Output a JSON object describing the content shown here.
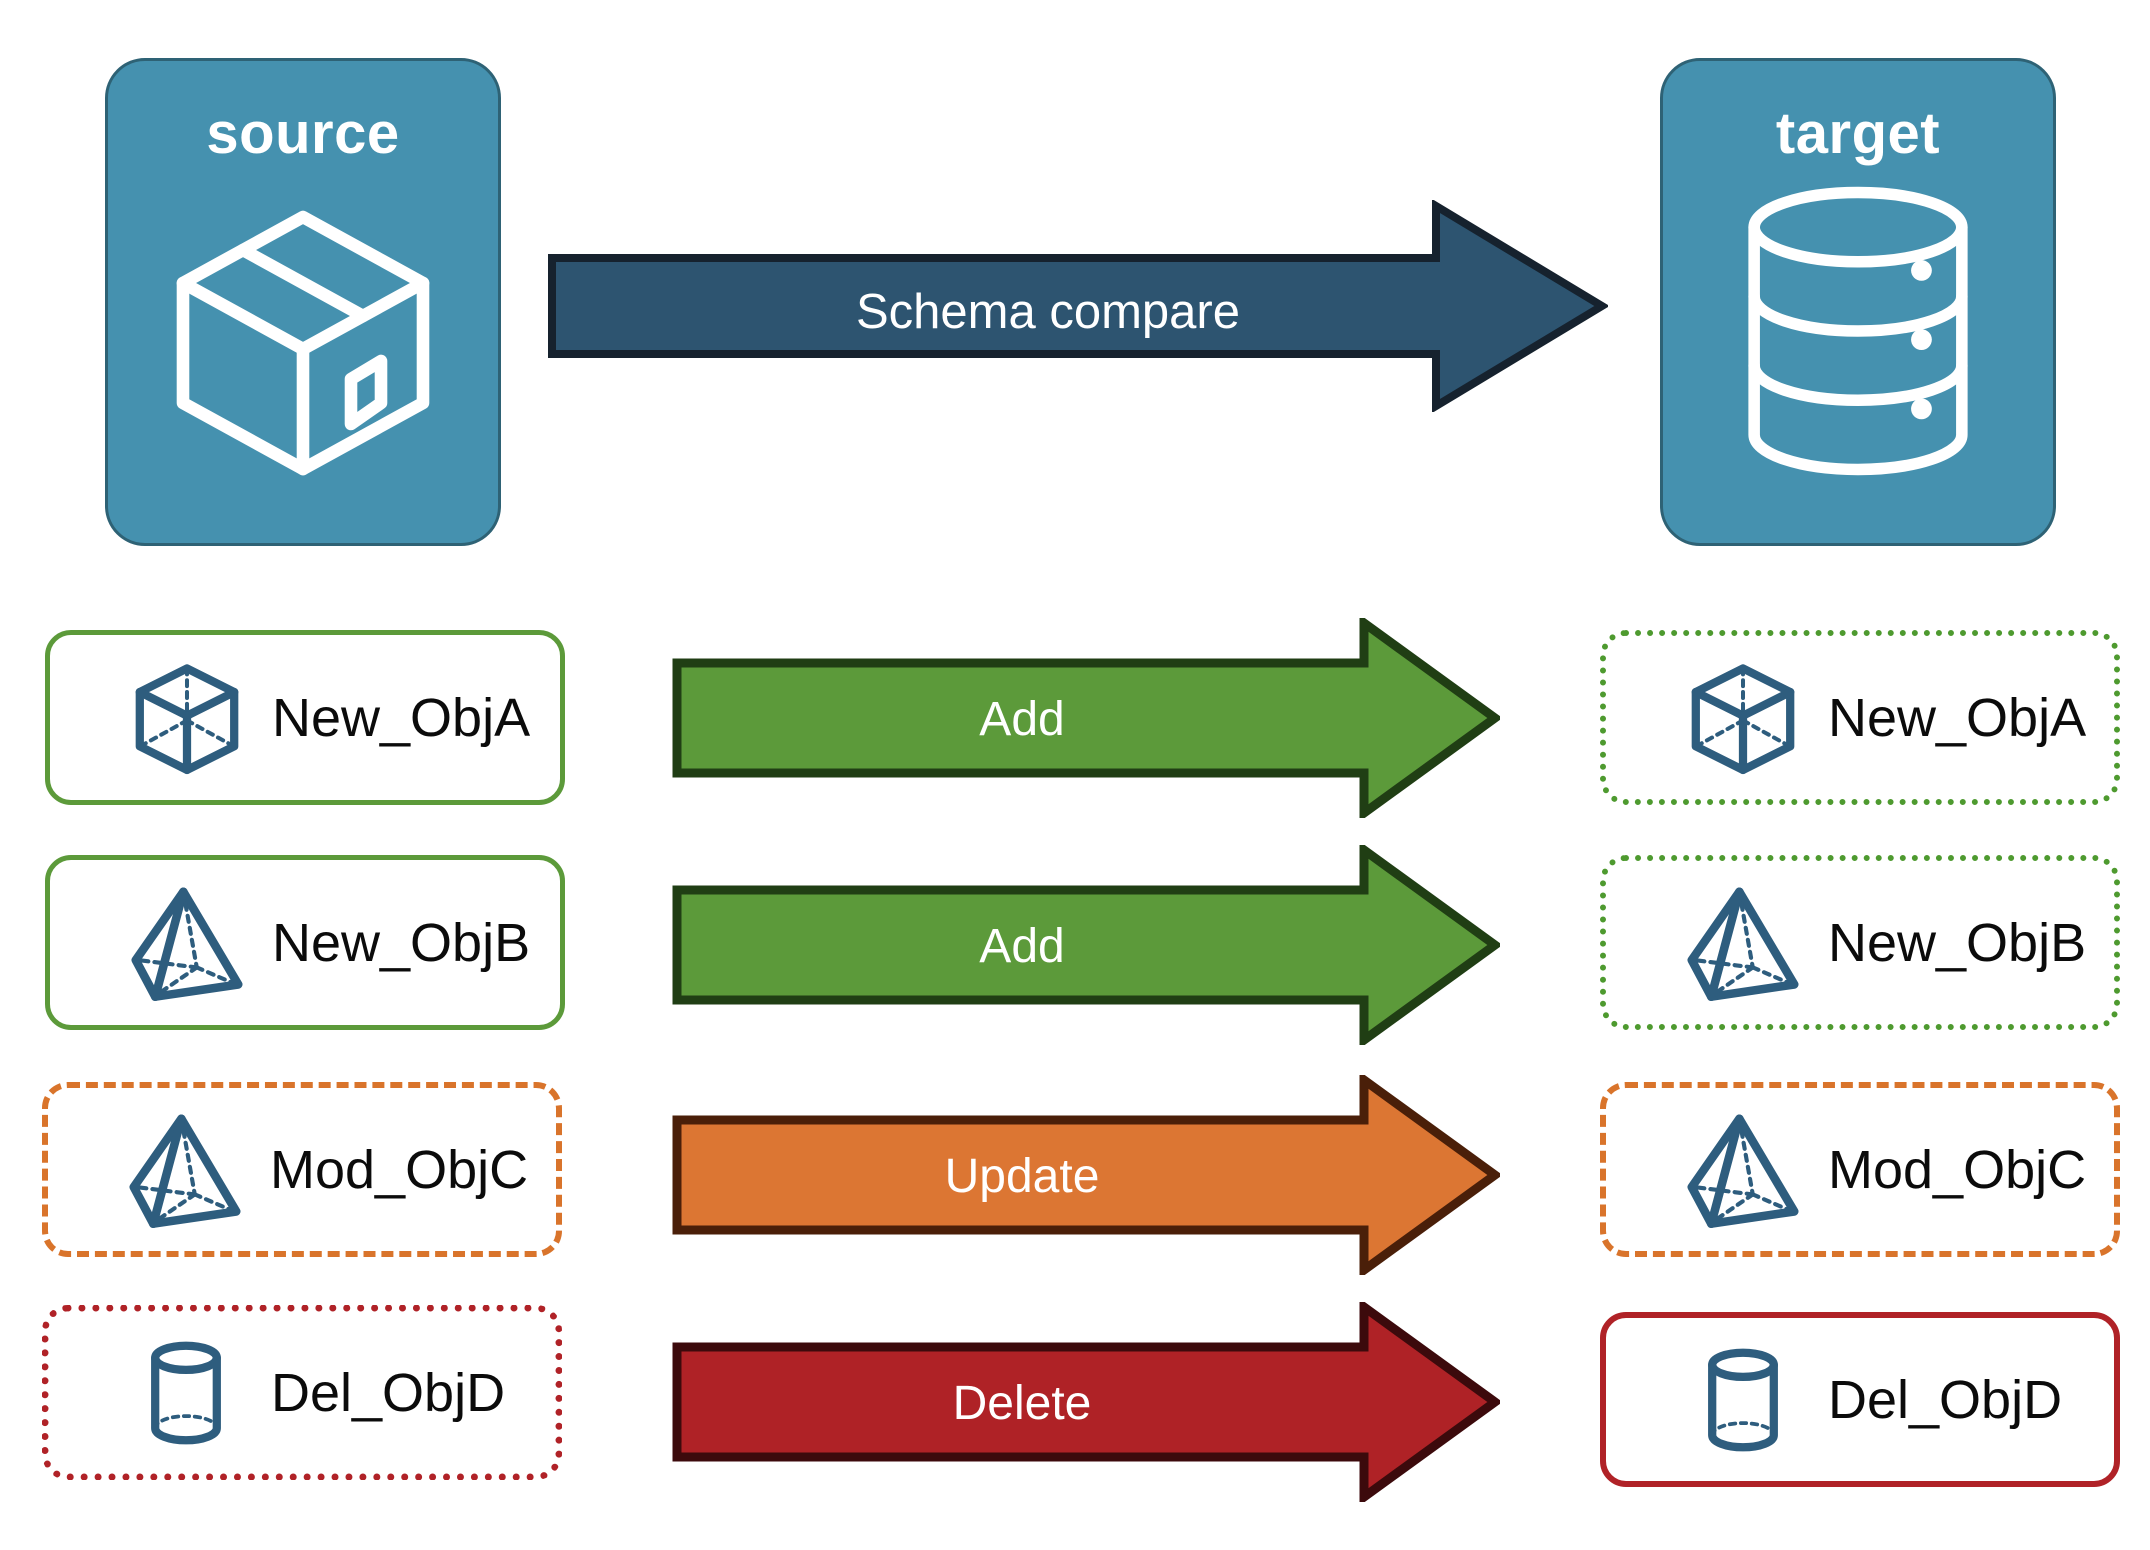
{
  "diagram": {
    "title": "Schema compare",
    "endpoints": {
      "source": {
        "label": "source",
        "icon": "package-box-icon"
      },
      "target": {
        "label": "target",
        "icon": "database-cylinder-icon"
      }
    },
    "main_arrow": {
      "label": "Schema compare",
      "fill": "#2D5470",
      "stroke": "#16222E"
    },
    "rows": [
      {
        "source_object": "New_ObjA",
        "source_icon": "cube-icon",
        "source_border_style": "solid",
        "source_border_color": "#5C9A3A",
        "action": "Add",
        "arrow_fill": "#5C9A3A",
        "arrow_stroke": "#203E14",
        "target_object": "New_ObjA",
        "target_icon": "cube-icon",
        "target_border_style": "dotted",
        "target_border_color": "#4E9A2F"
      },
      {
        "source_object": "New_ObjB",
        "source_icon": "pyramid-icon",
        "source_border_style": "solid",
        "source_border_color": "#5C9A3A",
        "action": "Add",
        "arrow_fill": "#5C9A3A",
        "arrow_stroke": "#203E14",
        "target_object": "New_ObjB",
        "target_icon": "pyramid-icon",
        "target_border_style": "dotted",
        "target_border_color": "#4E9A2F"
      },
      {
        "source_object": "Mod_ObjC",
        "source_icon": "pyramid-icon",
        "source_border_style": "dashed",
        "source_border_color": "#D9742B",
        "action": "Update",
        "arrow_fill": "#DC7633",
        "arrow_stroke": "#4A1F09",
        "target_object": "Mod_ObjC",
        "target_icon": "pyramid-icon",
        "target_border_style": "dashed",
        "target_border_color": "#D9742B"
      },
      {
        "source_object": "Del_ObjD",
        "source_icon": "cylinder-icon",
        "source_border_style": "dotted",
        "source_border_color": "#B02227",
        "action": "Delete",
        "arrow_fill": "#AF2226",
        "arrow_stroke": "#3C0A0C",
        "target_object": "Del_ObjD",
        "target_icon": "cylinder-icon",
        "target_border_style": "solid",
        "target_border_color": "#B02227"
      }
    ],
    "colors": {
      "endpoint_fill": "#4591AF",
      "endpoint_stroke": "#2E6275",
      "shape_icon": "#2E5D7E",
      "text": "#0B0B0B",
      "background": "#FFFFFF"
    }
  }
}
